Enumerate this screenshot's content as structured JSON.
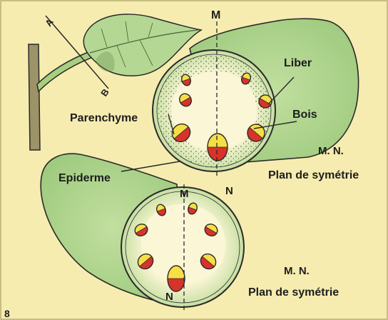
{
  "labels": {
    "line_a": "A",
    "line_b": "B",
    "axis_m_top": "M",
    "axis_n_top": "N",
    "axis_m_bottom": "M",
    "axis_n_bottom": "N",
    "liber": "Liber",
    "bois": "Bois",
    "parenchyme": "Parenchyme",
    "epiderme": "Epiderme",
    "mn_top": "M. N.",
    "plan_top": "Plan de symétrie",
    "mn_bottom": "M. N.",
    "plan_bottom": "Plan de symétrie",
    "figure_number": "8"
  },
  "colors": {
    "background": "#f6ecb0",
    "stem_green": "#a9cf86",
    "pith": "#fbf6d6",
    "xylem_red": "#d8332b",
    "phloem_yellow": "#f6df45",
    "outline": "#2a2a2a"
  }
}
